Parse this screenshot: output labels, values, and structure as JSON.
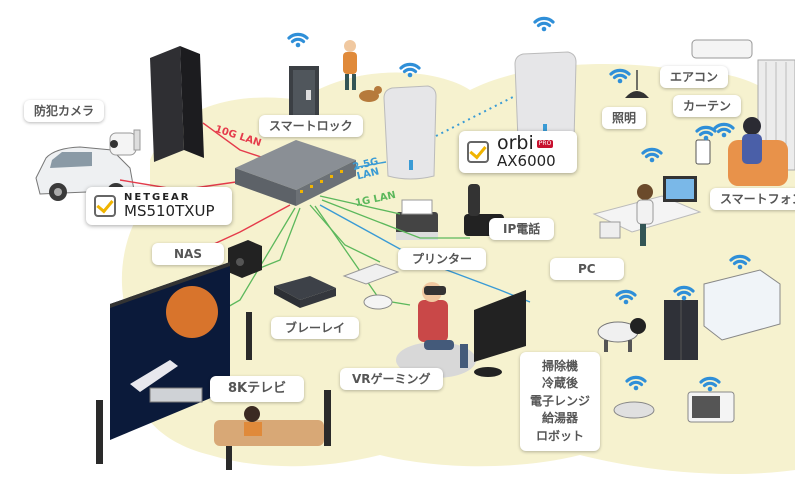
{
  "labels": {
    "security_camera": "防犯カメラ",
    "smart_lock": "スマートロック",
    "light": "照明",
    "aircon": "エアコン",
    "curtain": "カーテン",
    "smartphone": "スマートフォン",
    "ip_phone": "IP電話",
    "printer": "プリンター",
    "pc": "PC",
    "nas": "NAS",
    "bluray": "ブレーレイ",
    "vr_gaming": "VRゲーミング",
    "tv_8k": "8Kテレビ"
  },
  "appliances": [
    "掃除機",
    "冷蔵後",
    "電子レンジ",
    "給湯器",
    "ロボット"
  ],
  "switch_badge": {
    "brand": "NETGEAR",
    "model": "MS510TXUP"
  },
  "orbi_badge": {
    "brand": "orbi",
    "pro_tag": "PRO",
    "model": "AX6000"
  },
  "lan_labels": {
    "lan10g": "10G LAN",
    "lan25g_top": "2.5G",
    "lan25g_bottom": "LAN",
    "lan1g": "1G LAN"
  },
  "colors": {
    "blob": "#f6f2cf",
    "lan_10g": "#e53b4b",
    "lan_25g": "#3a9bd5",
    "lan_1g": "#5cb85c",
    "wifi": "#2f8fd8",
    "check_accent": "#f0b400"
  }
}
